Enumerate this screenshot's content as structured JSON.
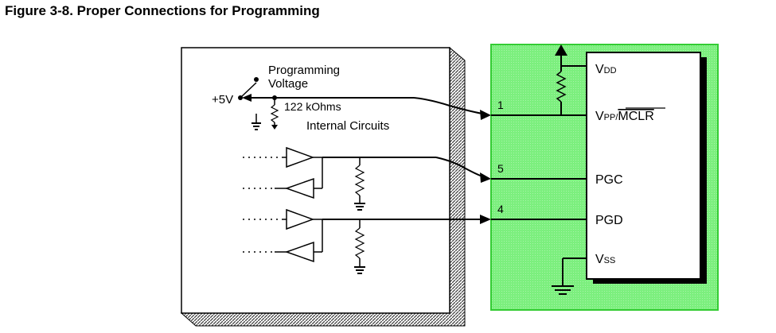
{
  "figure": {
    "title": "Figure 3-8.  Proper Connections for Programming"
  },
  "programmer": {
    "prog_voltage_line1": "Programming",
    "prog_voltage_line2": "Voltage",
    "plus5v": "+5V",
    "resistor": "122 kOhms",
    "internal": "Internal Circuits"
  },
  "device": {
    "vdd_main": "V",
    "vdd_sub": "DD",
    "vpp_main": "V",
    "vpp_sub": "PP/",
    "mclr": "MCLR",
    "pgc": "PGC",
    "pgd": "PGD",
    "vss_main": "V",
    "vss_sub": "SS"
  },
  "pins": {
    "vpp": "1",
    "pgc": "5",
    "pgd": "4"
  },
  "colors": {
    "device_fill": "#78ee7a",
    "box_shadow": "#555555"
  }
}
